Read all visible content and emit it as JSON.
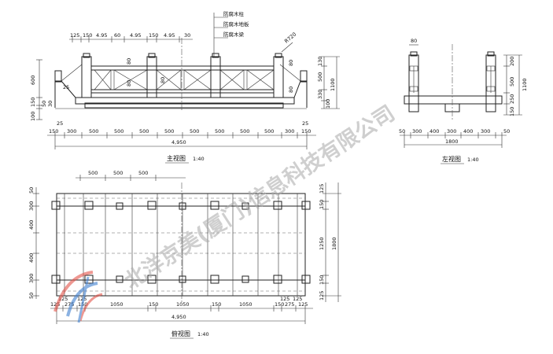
{
  "front_view": {
    "title": "主视图",
    "scale": "1:40",
    "annotations": [
      "防腐木柱",
      "防腐木地板",
      "防腐木梁"
    ],
    "radius": "R720",
    "top_dims": [
      "125",
      "150",
      "4.95",
      "60",
      "4.95",
      "150",
      "4.95",
      "30"
    ],
    "bottom_dims": [
      "150",
      "300",
      "500",
      "500",
      "500",
      "500",
      "500",
      "500",
      "500",
      "500",
      "300",
      "150"
    ],
    "edge_dims": [
      "25",
      "25"
    ],
    "total": "4,950",
    "left_dims": [
      "600",
      "150",
      "50",
      "30",
      "100"
    ],
    "right_dims": [
      "130",
      "500",
      "330",
      "100",
      "1100"
    ],
    "inner_dims": [
      "25",
      "80",
      "80",
      "80",
      "80",
      "80"
    ]
  },
  "left_view": {
    "title": "左视图",
    "scale": "1:40",
    "top_dim": "80",
    "bottom_dims": [
      "50",
      "300",
      "400",
      "300",
      "400",
      "300",
      "50"
    ],
    "total": "1800",
    "right_dims": [
      "200",
      "500",
      "250",
      "150"
    ],
    "right_total": "1100"
  },
  "plan_view": {
    "title": "俯视图",
    "scale": "1:40",
    "top_dims": [
      "500",
      "500",
      "500"
    ],
    "left_dims": [
      "50",
      "300",
      "400",
      "400",
      "300",
      "50"
    ],
    "right_dims": [
      "125",
      "150",
      "1250",
      "150",
      "125"
    ],
    "right_total": "1800",
    "bottom_small_dims": [
      "125",
      "125",
      "125",
      "125"
    ],
    "bottom_dims": [
      "125",
      "275",
      "150",
      "1050",
      "150",
      "1050",
      "150",
      "1050",
      "150",
      "275",
      "125"
    ],
    "total": "4,950"
  },
  "watermark": {
    "text": "北洋京美(厦门)信息科技有限公司",
    "colors": {
      "red": "#e4554a",
      "blue": "#3f7fd0",
      "gray": "#a8a8a8"
    }
  }
}
